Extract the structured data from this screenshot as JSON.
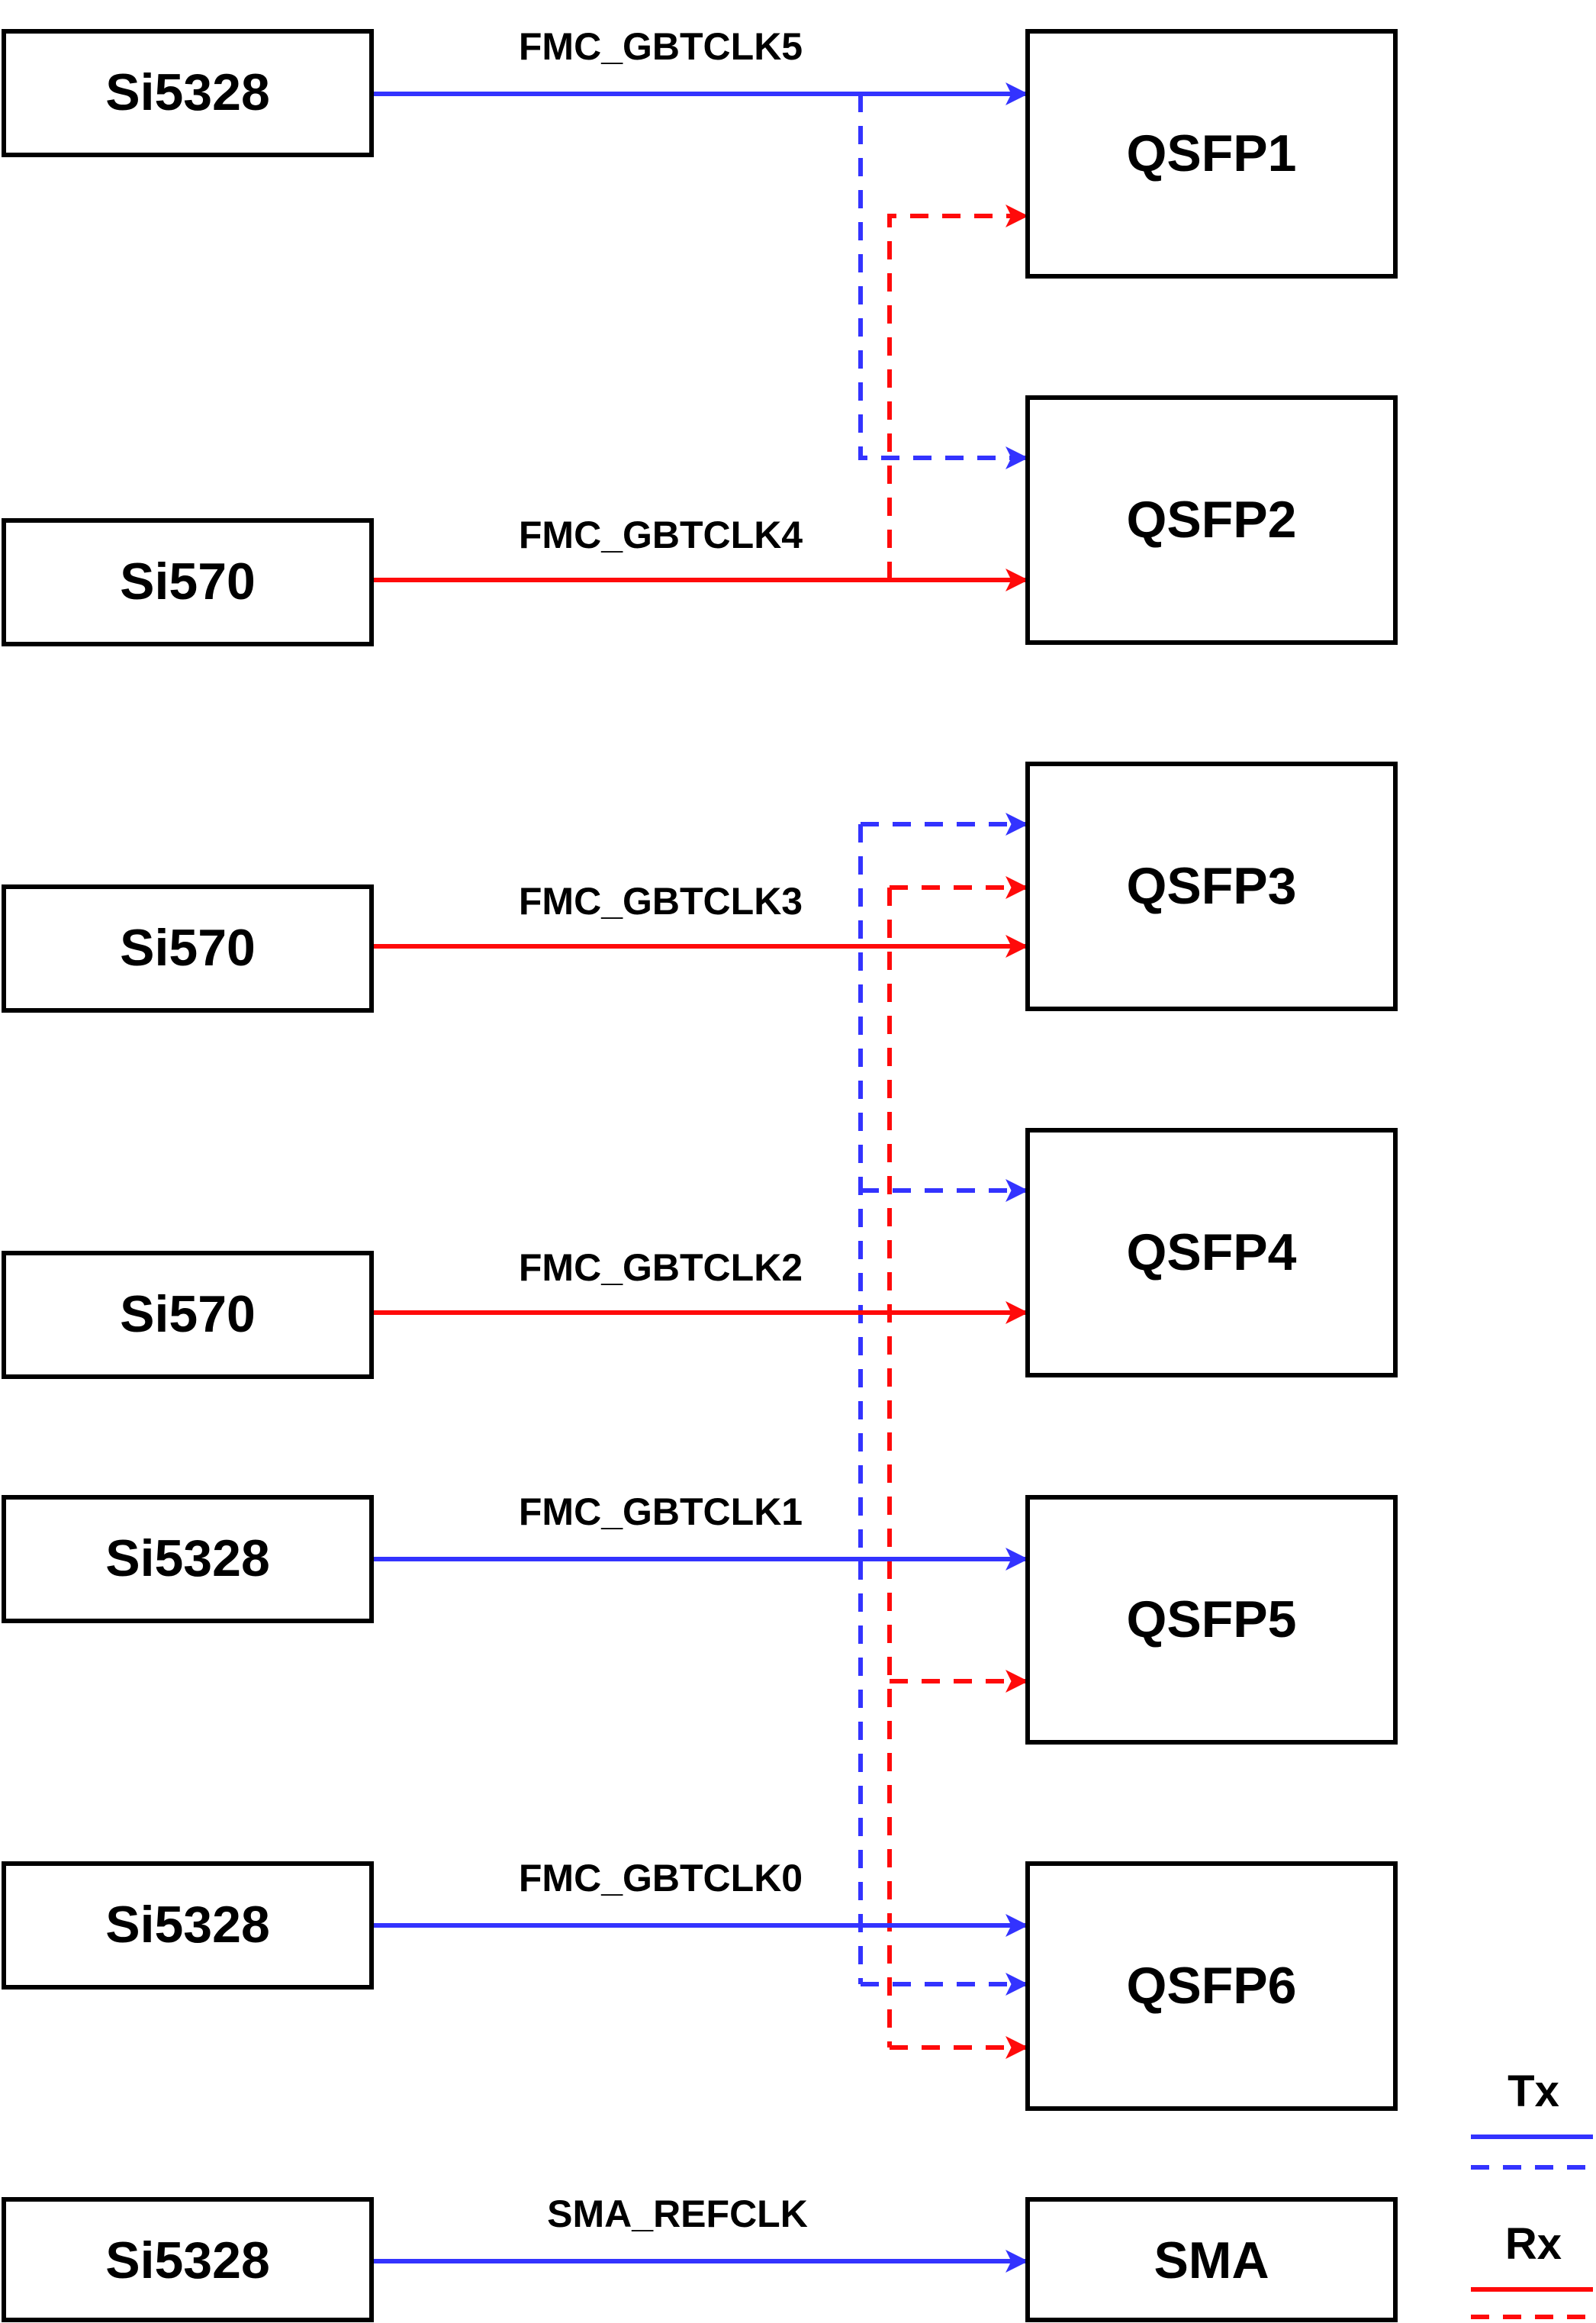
{
  "colors": {
    "tx": "#3333ff",
    "rx": "#ff0a0a",
    "box_border": "#000000"
  },
  "sources": [
    {
      "id": "src-5",
      "label": "Si5328"
    },
    {
      "id": "src-4",
      "label": "Si570"
    },
    {
      "id": "src-3",
      "label": "Si570"
    },
    {
      "id": "src-2",
      "label": "Si570"
    },
    {
      "id": "src-1",
      "label": "Si5328"
    },
    {
      "id": "src-0",
      "label": "Si5328"
    },
    {
      "id": "src-sma",
      "label": "Si5328"
    }
  ],
  "targets": [
    {
      "id": "qsfp1",
      "label": "QSFP1"
    },
    {
      "id": "qsfp2",
      "label": "QSFP2"
    },
    {
      "id": "qsfp3",
      "label": "QSFP3"
    },
    {
      "id": "qsfp4",
      "label": "QSFP4"
    },
    {
      "id": "qsfp5",
      "label": "QSFP5"
    },
    {
      "id": "qsfp6",
      "label": "QSFP6"
    },
    {
      "id": "sma",
      "label": "SMA"
    }
  ],
  "clock_lines": [
    {
      "label": "FMC_GBTCLK5",
      "type": "Tx"
    },
    {
      "label": "FMC_GBTCLK4",
      "type": "Rx"
    },
    {
      "label": "FMC_GBTCLK3",
      "type": "Rx"
    },
    {
      "label": "FMC_GBTCLK2",
      "type": "Rx"
    },
    {
      "label": "FMC_GBTCLK1",
      "type": "Tx"
    },
    {
      "label": "FMC_GBTCLK0",
      "type": "Tx"
    },
    {
      "label": "SMA_REFCLK",
      "type": "Tx"
    }
  ],
  "legend": {
    "tx_label": "Tx",
    "rx_label": "Rx"
  }
}
